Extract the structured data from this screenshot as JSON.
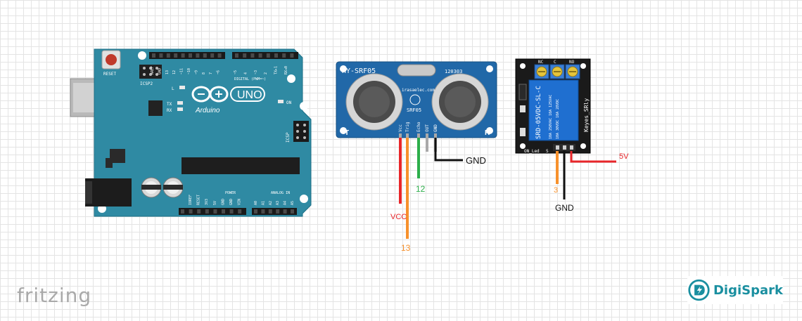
{
  "arduino": {
    "reset": "RESET",
    "icsp2": "ICSP2",
    "icsp": "ICSP",
    "led_l": "L",
    "led_tx": "TX",
    "led_rx": "RX",
    "led_on": "ON",
    "uno": "UNO",
    "brand": "Arduino",
    "digital": "DIGITAL (PWM=~)",
    "power": "POWER",
    "analog": "ANALOG IN",
    "top_pins": [
      "AREF",
      "GND",
      "13",
      "12",
      "~11",
      "~10",
      "~9",
      "8",
      "7",
      "~6",
      "~5",
      "4",
      "~3",
      "2",
      "TX▸1",
      "RX◂0"
    ],
    "power_pins": [
      "IOREF",
      "RESET",
      "3V3",
      "5V",
      "GND",
      "GND",
      "VIN"
    ],
    "analog_pins": [
      "A0",
      "A1",
      "A2",
      "A3",
      "A4",
      "A5"
    ]
  },
  "sensor": {
    "name": "HY-SRF05",
    "code": "120303",
    "site": "irasaelec.com",
    "sub": "SRF05",
    "left_mark": "T",
    "right_mark": "R",
    "pins": [
      "Vcc",
      "Trig",
      "Echo",
      "OUT",
      "GND"
    ]
  },
  "relay": {
    "terminals": [
      "NC",
      "C",
      "NO"
    ],
    "spec": "SRD-05VDC-SL-C",
    "rating1": "10A 250VAC 10A 125VAC",
    "rating2": "10A 30VDC 10A 28VDC",
    "model": "Keyes_SRly",
    "on_led": "ON_Led",
    "pin_label": "S"
  },
  "wires": {
    "vcc": "VCC",
    "trig": "13",
    "echo": "12",
    "sensor_gnd": "GND",
    "relay_signal": "3",
    "relay_gnd": "GND",
    "relay_5v": "5V",
    "colors": {
      "red": "#e8262a",
      "orange": "#f7912c",
      "green": "#2cae4a",
      "black": "#111111",
      "board": "#2f8aa3",
      "sensor_board": "#2168a8",
      "relay_blue": "#1f6fd0"
    }
  },
  "footer": {
    "fritzing": "fritzing",
    "digispark": "DigiSpark"
  }
}
